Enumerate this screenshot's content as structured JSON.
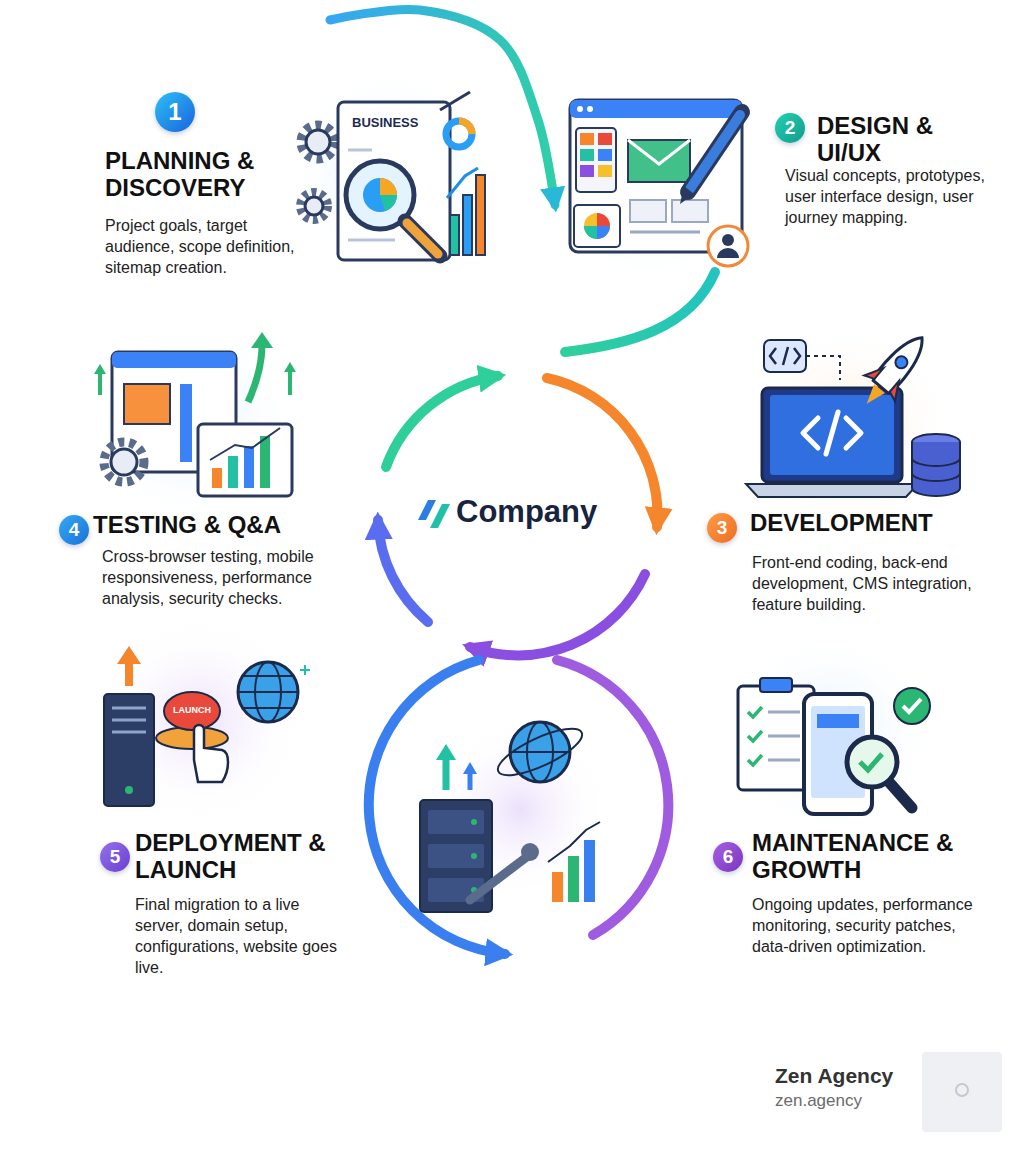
{
  "diagram": {
    "nodes": [
      {
        "text": [
          "PLANNING & DISCOVERY",
          "Project goals, target audience, scope definition, sitemap creation."
        ]
      },
      {
        "text": [
          "1"
        ],
        "in": 0
      },
      {
        "text": [
          "DESIGN & UI/UX",
          "Visual concepts, prototypes, user interface design, user journey mapping."
        ]
      },
      {
        "text": [
          "2"
        ],
        "in": 2
      },
      {
        "text": [
          "DEVELOPMENT",
          "Front-end coding, back-end development, CMS integration, feature building."
        ]
      },
      {
        "text": [
          "3"
        ],
        "in": 4
      },
      {
        "text": [
          "TESTING & Q&A",
          "Cross-browser testing, mobile responsiveness, performance analysis, security checks."
        ]
      },
      {
        "text": [
          "4"
        ],
        "in": 6
      },
      {
        "text": [
          "DEPLOYMENT & LAUNCH",
          "Final migration to a live server, domain setup, configurations, website goes live."
        ]
      },
      {
        "text": [
          "5"
        ],
        "in": 8
      },
      {
        "text": [
          "MAINTENANCE & GROWTH",
          "Ongoing updates, performance monitoring, security patches, data-driven optimization."
        ]
      },
      {
        "text": [
          "6"
        ],
        "in": 10
      }
    ],
    "edges": [
      {
        "from": 0,
        "to": 2,
        "arrow": "to"
      }
    ],
    "labels": [
      "BUSINESS",
      "LAUNCH",
      "Company",
      "Zen Agency",
      "zen.agency"
    ]
  }
}
